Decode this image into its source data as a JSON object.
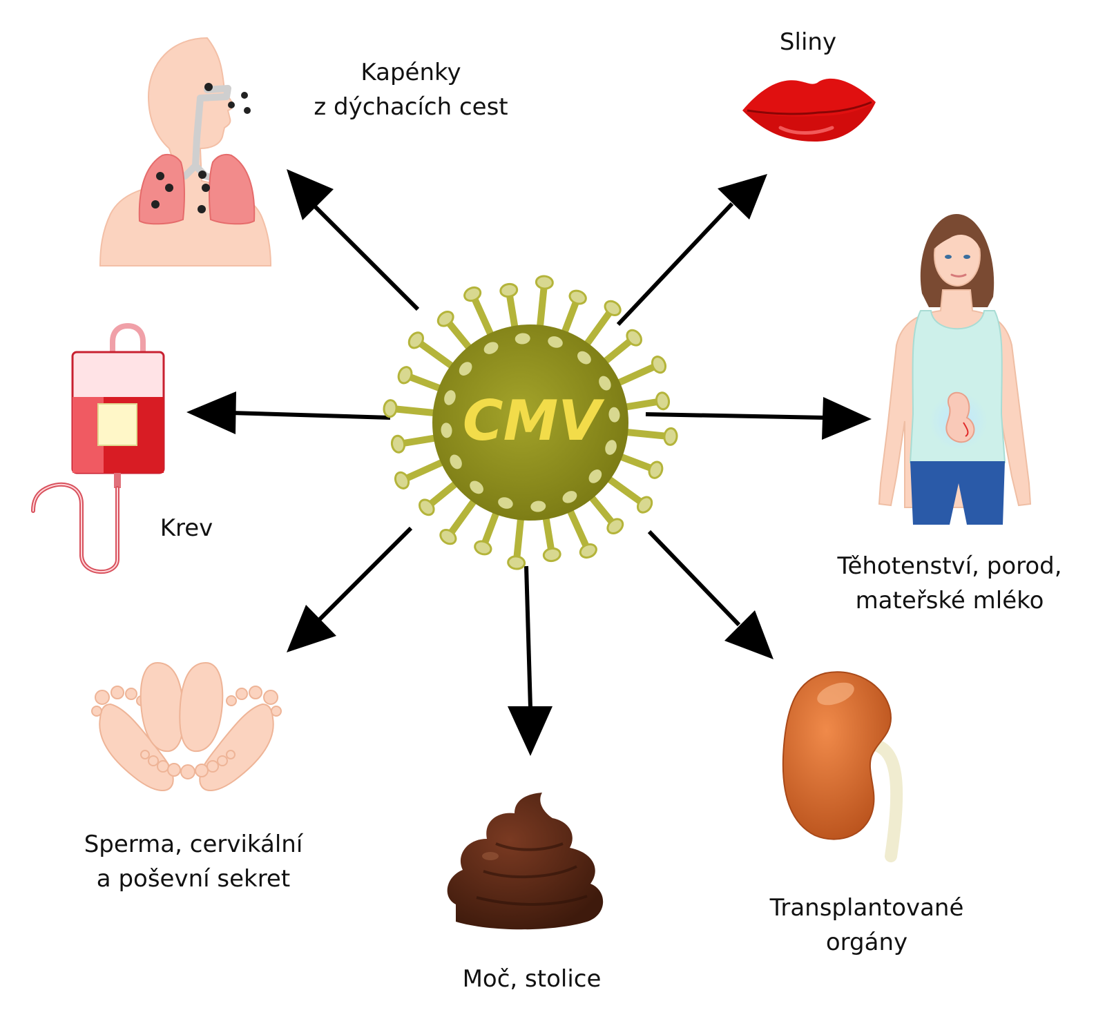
{
  "center": {
    "label": "CMV"
  },
  "routes": {
    "droplets": {
      "line1": "Kapénky",
      "line2": "z dýchacích cest",
      "icon": "respiratory-system-icon"
    },
    "saliva": {
      "line1": "Sliny",
      "icon": "lips-icon"
    },
    "pregnancy": {
      "line1": "Těhotenství, porod,",
      "line2": "mateřské mléko",
      "icon": "pregnant-woman-icon"
    },
    "blood": {
      "line1": "Krev",
      "icon": "blood-bag-icon"
    },
    "sexual": {
      "line1": "Sperma, cervikální",
      "line2": "a poševní sekret",
      "icon": "feet-icon"
    },
    "excreta": {
      "line1": "Moč, stolice",
      "icon": "feces-icon"
    },
    "transplant": {
      "line1": "Transplantované",
      "line2": "orgány",
      "icon": "kidney-icon"
    }
  },
  "colors": {
    "virus_body": "#8a8a1e",
    "virus_spike": "#b4b43a",
    "virus_tip": "#d8d890",
    "virus_label": "#f2dc4a",
    "arrow": "#000000",
    "skin": "#fbd3bf",
    "lips": "#e01010",
    "blood": "#d81c24",
    "kidney": "#d8652a",
    "feces": "#5a2a18"
  }
}
